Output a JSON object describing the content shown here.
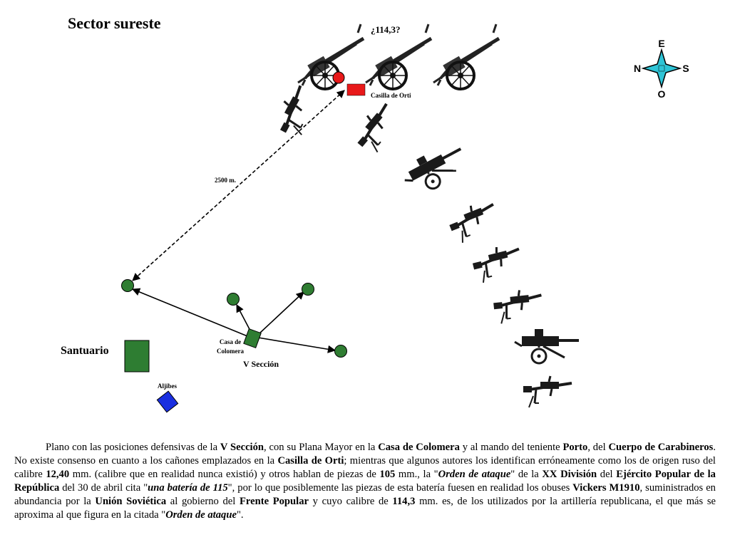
{
  "title": "Sector sureste",
  "labels": {
    "caliber_question": "¿114,3?",
    "casilla": "Casilla de Orti",
    "distance": "2500 m.",
    "santuario": "Santuario",
    "casa_line1": "Casa de",
    "casa_line2": "Colomera",
    "seccion": "V Sección",
    "aljibes": "Aljibes"
  },
  "compass": {
    "north": "N",
    "south": "S",
    "east": "E",
    "west": "O",
    "color": "#2ec4d6"
  },
  "colors": {
    "red": "#e8191a",
    "green": "#2f7d32",
    "blue": "#1a2fe0",
    "dark_green": "#2e6b2e"
  },
  "caption": {
    "s1": "Plano con las posiciones defensivas de la ",
    "b1": "V Sección",
    "s2": ", con su Plana Mayor en la ",
    "b2": "Casa de Colomera",
    "s3": " y al mando del teniente ",
    "b3": "Porto",
    "s4": ", del ",
    "b4": "Cuerpo de Carabineros",
    "s5": ". No existe consenso en cuanto a los cañones emplazados en la ",
    "b5": "Casilla de Orti",
    "s6": "; mientras que algunos autores los identifican erróneamente como los de origen ruso del calibre ",
    "b6": "12,40",
    "s7": " mm. (calibre que en realidad nunca existió) y otros hablan de piezas de ",
    "b7": "105",
    "s8": " mm., la \"",
    "bi1": "Orden de ataque",
    "s9": "\" de la ",
    "b8": "XX División",
    "s10": " del ",
    "b9": "Ejército Popular de la República",
    "s11": " del 30 de abril cita \"",
    "bi2": "una batería de 115",
    "s12": "\", por lo que posiblemente las piezas de esta batería fuesen en realidad los obuses ",
    "b10": "Vickers M1910",
    "s13": ", suministrados en abundancia por la ",
    "b11": "Unión Soviética",
    "s14": " al gobierno del ",
    "b12": "Frente Popular",
    "s15": " y cuyo calibre de ",
    "b13": "114,3",
    "s16": " mm. es, de los utilizados por la artillería republicana, el que más se aproxima al que figura en la citada \"",
    "bi3": "Orden de ataque",
    "s17": "\"."
  }
}
